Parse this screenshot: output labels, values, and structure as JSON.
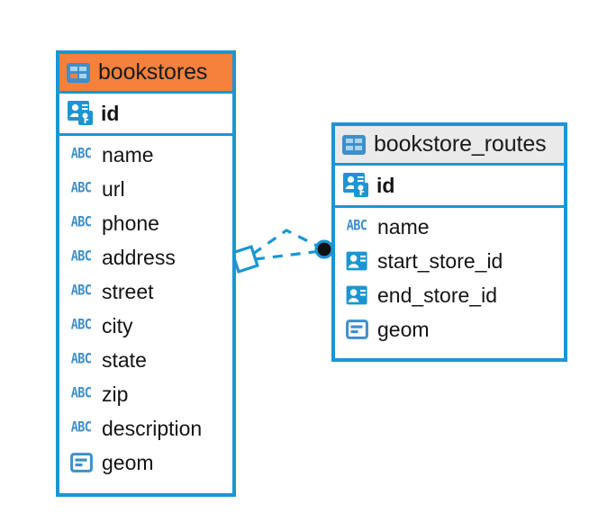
{
  "diagram": {
    "type": "entity-relationship-diagram",
    "background_color": "#ffffff",
    "accent_color": "#1a96d4",
    "highlight_color": "#f5813c",
    "header_color": "#eaeaea"
  },
  "entities": [
    {
      "name": "bookstores",
      "header_style": "orange",
      "table_icon": "table-icon",
      "primary_keys": [
        {
          "name": "id",
          "icon": "primary-key-icon"
        }
      ],
      "fields": [
        {
          "name": "name",
          "icon": "abc-text-icon",
          "icon_text": "ABC"
        },
        {
          "name": "url",
          "icon": "abc-text-icon",
          "icon_text": "ABC"
        },
        {
          "name": "phone",
          "icon": "abc-text-icon",
          "icon_text": "ABC"
        },
        {
          "name": "address",
          "icon": "abc-text-icon",
          "icon_text": "ABC"
        },
        {
          "name": "street",
          "icon": "abc-text-icon",
          "icon_text": "ABC"
        },
        {
          "name": "city",
          "icon": "abc-text-icon",
          "icon_text": "ABC"
        },
        {
          "name": "state",
          "icon": "abc-text-icon",
          "icon_text": "ABC"
        },
        {
          "name": "zip",
          "icon": "abc-text-icon",
          "icon_text": "ABC"
        },
        {
          "name": "description",
          "icon": "abc-text-icon",
          "icon_text": "ABC"
        },
        {
          "name": "geom",
          "icon": "geometry-icon",
          "icon_text": ""
        }
      ]
    },
    {
      "name": "bookstore_routes",
      "header_style": "gray",
      "table_icon": "table-icon",
      "primary_keys": [
        {
          "name": "id",
          "icon": "primary-key-icon"
        }
      ],
      "fields": [
        {
          "name": "name",
          "icon": "abc-text-icon",
          "icon_text": "ABC"
        },
        {
          "name": "start_store_id",
          "icon": "foreign-key-icon",
          "icon_text": ""
        },
        {
          "name": "end_store_id",
          "icon": "foreign-key-icon",
          "icon_text": ""
        },
        {
          "name": "geom",
          "icon": "geometry-icon",
          "icon_text": ""
        }
      ]
    }
  ],
  "relationship": {
    "style": "dashed",
    "color": "#1a96d4",
    "source_endpoint": "crows-foot-diamond",
    "target_endpoint": "filled-circle",
    "label": ""
  }
}
